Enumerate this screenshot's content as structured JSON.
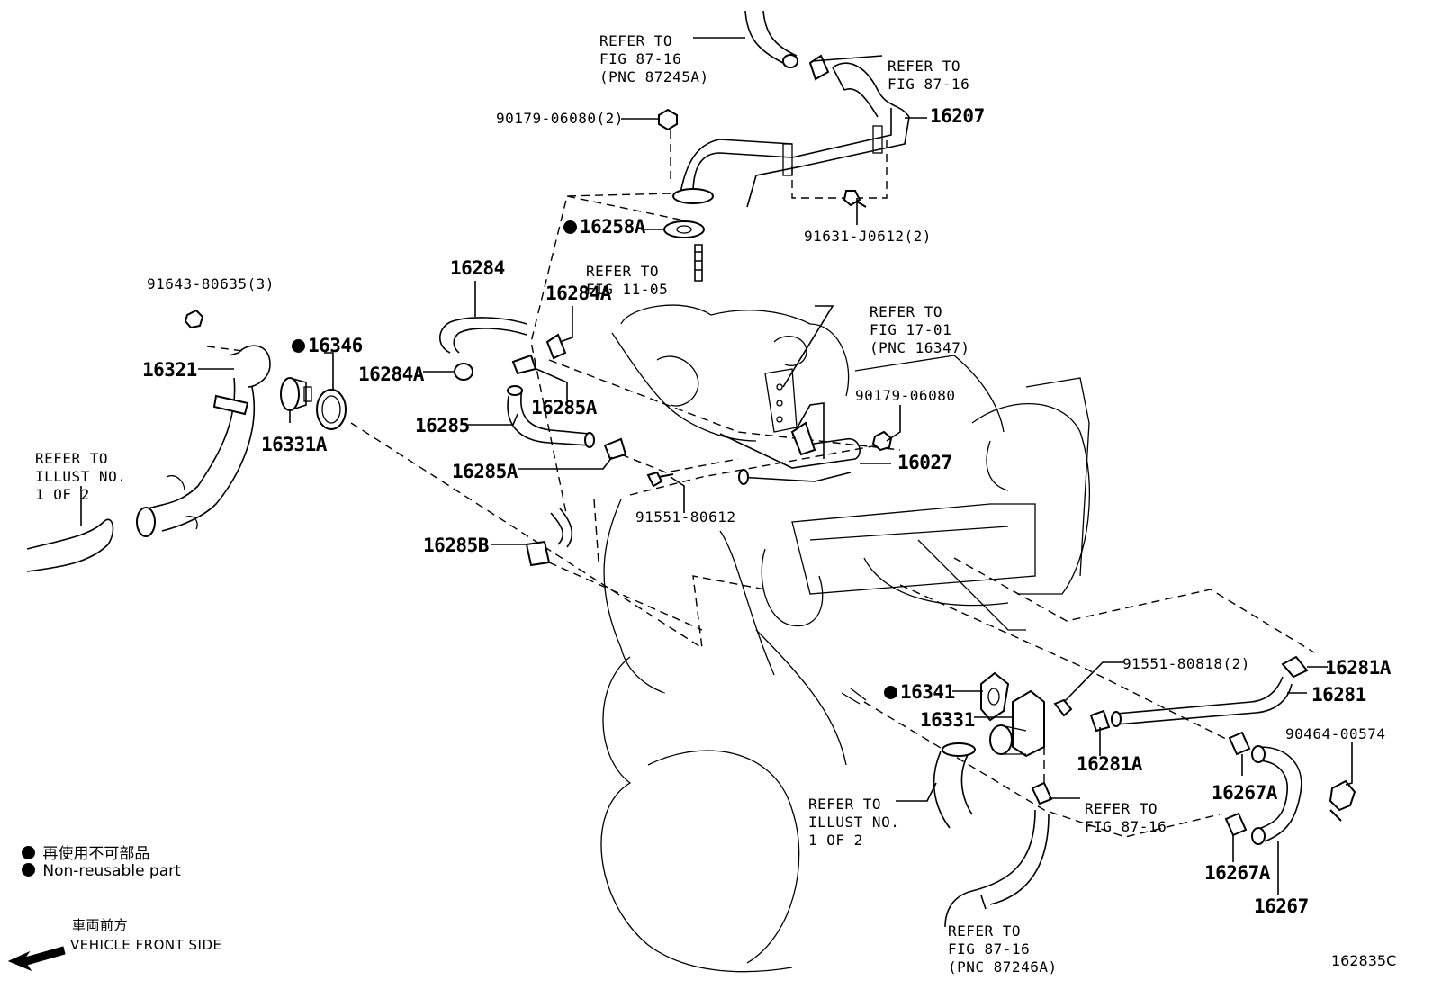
{
  "refs": {
    "r1": [
      "REFER TO",
      "FIG 87-16",
      "(PNC 87245A)"
    ],
    "r2": [
      "REFER TO",
      "FIG 87-16"
    ],
    "r3": [
      "REFER TO",
      "FIG 11-05"
    ],
    "r4": [
      "REFER TO",
      "FIG 17-01",
      "(PNC 16347)"
    ],
    "r5": [
      "REFER TO",
      "ILLUST NO.",
      "1 OF 2"
    ],
    "r6": [
      "REFER TO",
      "ILLUST NO.",
      "1 OF 2"
    ],
    "r7": [
      "REFER TO",
      "FIG 87-16"
    ],
    "r8": [
      "REFER TO",
      "FIG 87-16",
      "(PNC 87246A)"
    ]
  },
  "fasteners": {
    "f1": "90179-06080(2)",
    "f2": "91631-J0612(2)",
    "f3": "91643-80635(3)",
    "f4": "90179-06080",
    "f5": "91551-80612",
    "f6": "91551-80818(2)",
    "f7": "90464-00574"
  },
  "parts": {
    "p16207": "16207",
    "p16258A": "16258A",
    "p16284": "16284",
    "p16284A_1": "16284A",
    "p16284A_2": "16284A",
    "p16346": "16346",
    "p16321": "16321",
    "p16285A_1": "16285A",
    "p16285": "16285",
    "p16331A": "16331A",
    "p16285A_2": "16285A",
    "p16027": "16027",
    "p16285B": "16285B",
    "p16281A_1": "16281A",
    "p16281": "16281",
    "p16341": "16341",
    "p16331": "16331",
    "p16281A_2": "16281A",
    "p16267A_1": "16267A",
    "p16267A_2": "16267A",
    "p16267": "16267"
  },
  "legend": {
    "jp": "再使用不可部品",
    "en": "Non-reusable part",
    "front_jp": "車両前方",
    "front_en": "VEHICLE FRONT SIDE"
  },
  "figure_code": "162835C"
}
